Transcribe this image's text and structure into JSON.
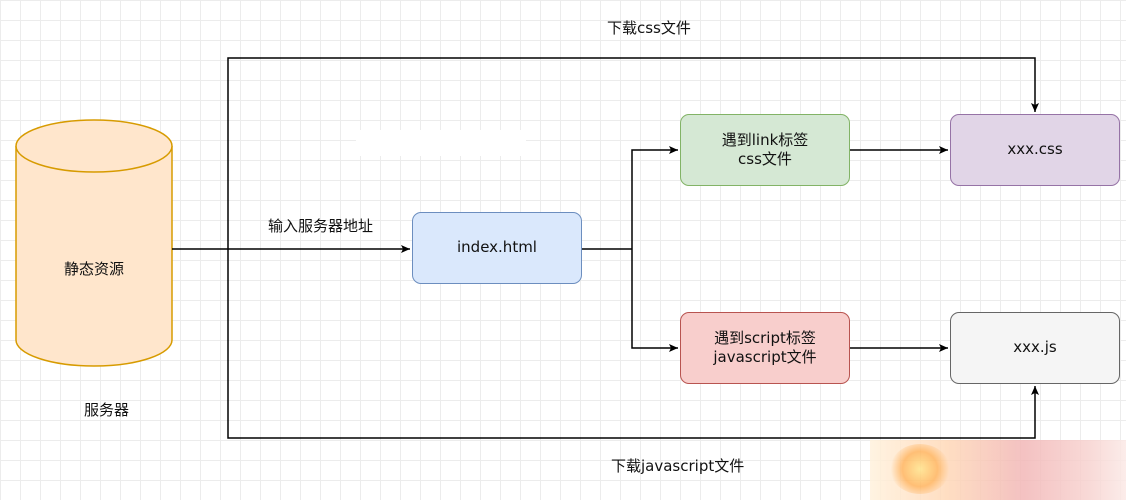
{
  "server": {
    "db_label": "静态资源",
    "caption": "服务器"
  },
  "nodes": {
    "index": {
      "label": "index.html"
    },
    "link": {
      "line1": "遇到link标签",
      "line2": "css文件"
    },
    "script": {
      "line1": "遇到script标签",
      "line2": "javascript文件"
    },
    "css": {
      "label": "xxx.css"
    },
    "js": {
      "label": "xxx.js"
    }
  },
  "edges": {
    "top_label": "下载css文件",
    "input_label": "输入服务器地址",
    "bottom_label": "下载javascript文件"
  },
  "colors": {
    "index_fill": "#dae8fc",
    "index_stroke": "#6c8ebf",
    "link_fill": "#d5e8d4",
    "link_stroke": "#82b366",
    "script_fill": "#f8cecc",
    "script_stroke": "#b85450",
    "css_fill": "#e1d5e7",
    "css_stroke": "#9673a6",
    "js_fill": "#f5f5f5",
    "js_stroke": "#666666",
    "db_fill": "#ffe6cc",
    "db_stroke": "#d79b00",
    "edge": "#000000"
  }
}
